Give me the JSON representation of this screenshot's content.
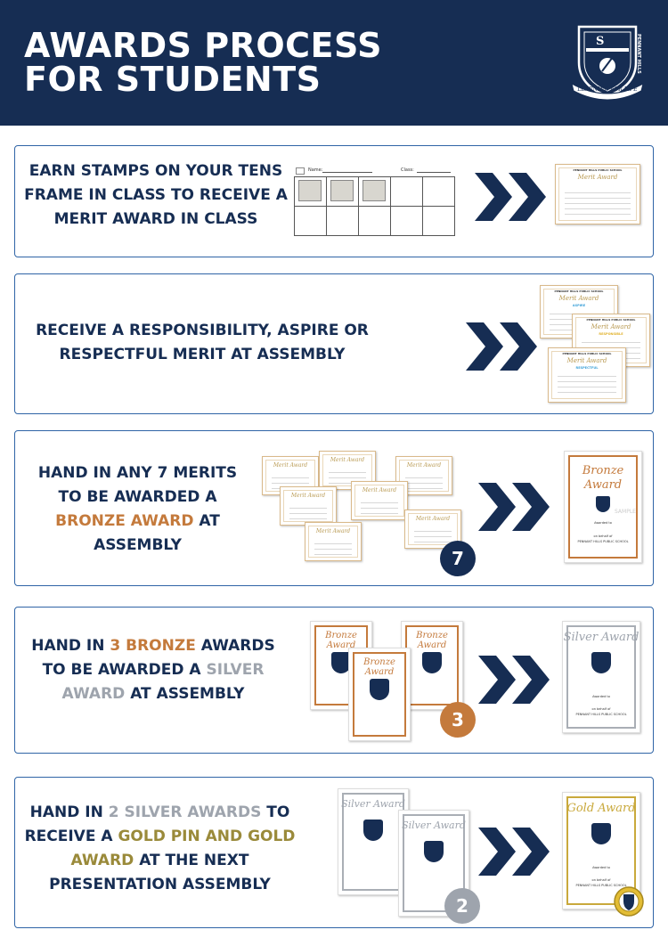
{
  "header": {
    "title_line1": "AWARDS PROCESS",
    "title_line2": "FOR STUDENTS",
    "crest_text": "PENNANT HILLS",
    "motto": "LEARNING FOR LIFE",
    "background": "#162d53"
  },
  "steps": [
    {
      "lines": [
        "EARN STAMPS ON YOUR TENS",
        "FRAME IN CLASS TO RECEIVE A",
        "MERIT AWARD IN CLASS"
      ],
      "tens_frame": {
        "name_label": "Name:",
        "class_label": "Class:",
        "stamps": 3
      },
      "result": {
        "school": "PENNANT HILLS PUBLIC SCHOOL",
        "title": "Merit Award"
      }
    },
    {
      "lines": [
        "RECEIVE A  RESPONSIBILITY, ASPIRE OR",
        "RESPECTFUL MERIT AT ASSEMBLY"
      ],
      "certificates": [
        {
          "school": "PENNANT HILLS PUBLIC SCHOOL",
          "title": "Merit Award",
          "value": "ASPIRE"
        },
        {
          "school": "PENNANT HILLS PUBLIC SCHOOL",
          "title": "Merit Award",
          "value": "RESPONSIBLE"
        },
        {
          "school": "PENNANT HILLS PUBLIC SCHOOL",
          "title": "Merit Award",
          "value": "RESPECTFUL"
        }
      ]
    },
    {
      "line1": "HAND IN ANY 7 MERITS",
      "line2": "TO BE AWARDED A",
      "line3_highlight": "BRONZE AWARD",
      "line3_rest": " AT",
      "line4": "ASSEMBLY",
      "count": "7",
      "result": {
        "title": "Bronze Award",
        "awarded_to": "Awarded to",
        "on_behalf": "on behalf of",
        "school": "PENNANT HILLS PUBLIC SCHOOL",
        "watermark": "SAMPLE"
      }
    },
    {
      "line1_pre": "HAND IN ",
      "line1_highlight": "3 BRONZE",
      "line1_post": " AWARDS",
      "line2_pre": "TO BE AWARDED A ",
      "line2_highlight": "SILVER",
      "line3_highlight": "AWARD",
      "line3_post": " AT ASSEMBLY",
      "count": "3",
      "input_title": "Bronze Award",
      "result": {
        "title": "Silver Award",
        "awarded_to": "Awarded to",
        "on_behalf": "on behalf of",
        "school": "PENNANT HILLS PUBLIC SCHOOL"
      }
    },
    {
      "line1_pre": "HAND IN ",
      "line1_highlight": "2 SILVER AWARDS",
      "line1_post": " TO",
      "line2_pre": "RECEIVE A ",
      "line2_highlight": "GOLD PIN AND GOLD",
      "line3_highlight": "AWARD",
      "line3_post": " AT THE NEXT",
      "line4": "PRESENTATION ASSEMBLY",
      "count": "2",
      "input_title": "Silver Award",
      "result": {
        "title": "Gold Award",
        "awarded_to": "Awarded to",
        "on_behalf": "on behalf of",
        "school": "PENNANT HILLS PUBLIC SCHOOL"
      }
    }
  ],
  "colors": {
    "navy": "#162d53",
    "bronze": "#c47a3c",
    "silver": "#9ea4ad",
    "gold": "#9a8a3a",
    "card_border": "#2f64a6"
  }
}
